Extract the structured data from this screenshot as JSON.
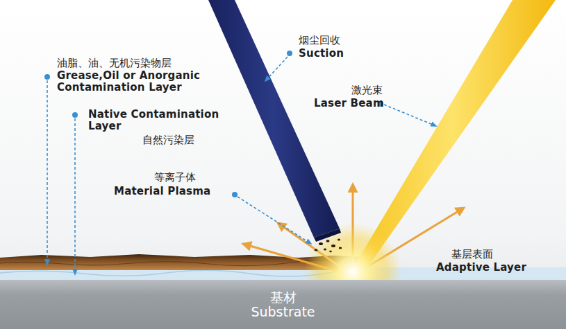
{
  "diagram": {
    "nodes": [
      {
        "text": [
          "基材",
          "Substrate"
        ]
      }
    ],
    "labels": [
      "油脂、油、无机污染物层",
      "Grease,Oil or Anorganic Contamination Layer",
      "Native Contamination Layer",
      "自然污染层",
      "烟尘回收",
      "Suction",
      "激光束",
      "Laser Beam",
      "等离子体",
      "Material Plasma",
      "基层表面",
      "Adaptive Layer"
    ]
  }
}
